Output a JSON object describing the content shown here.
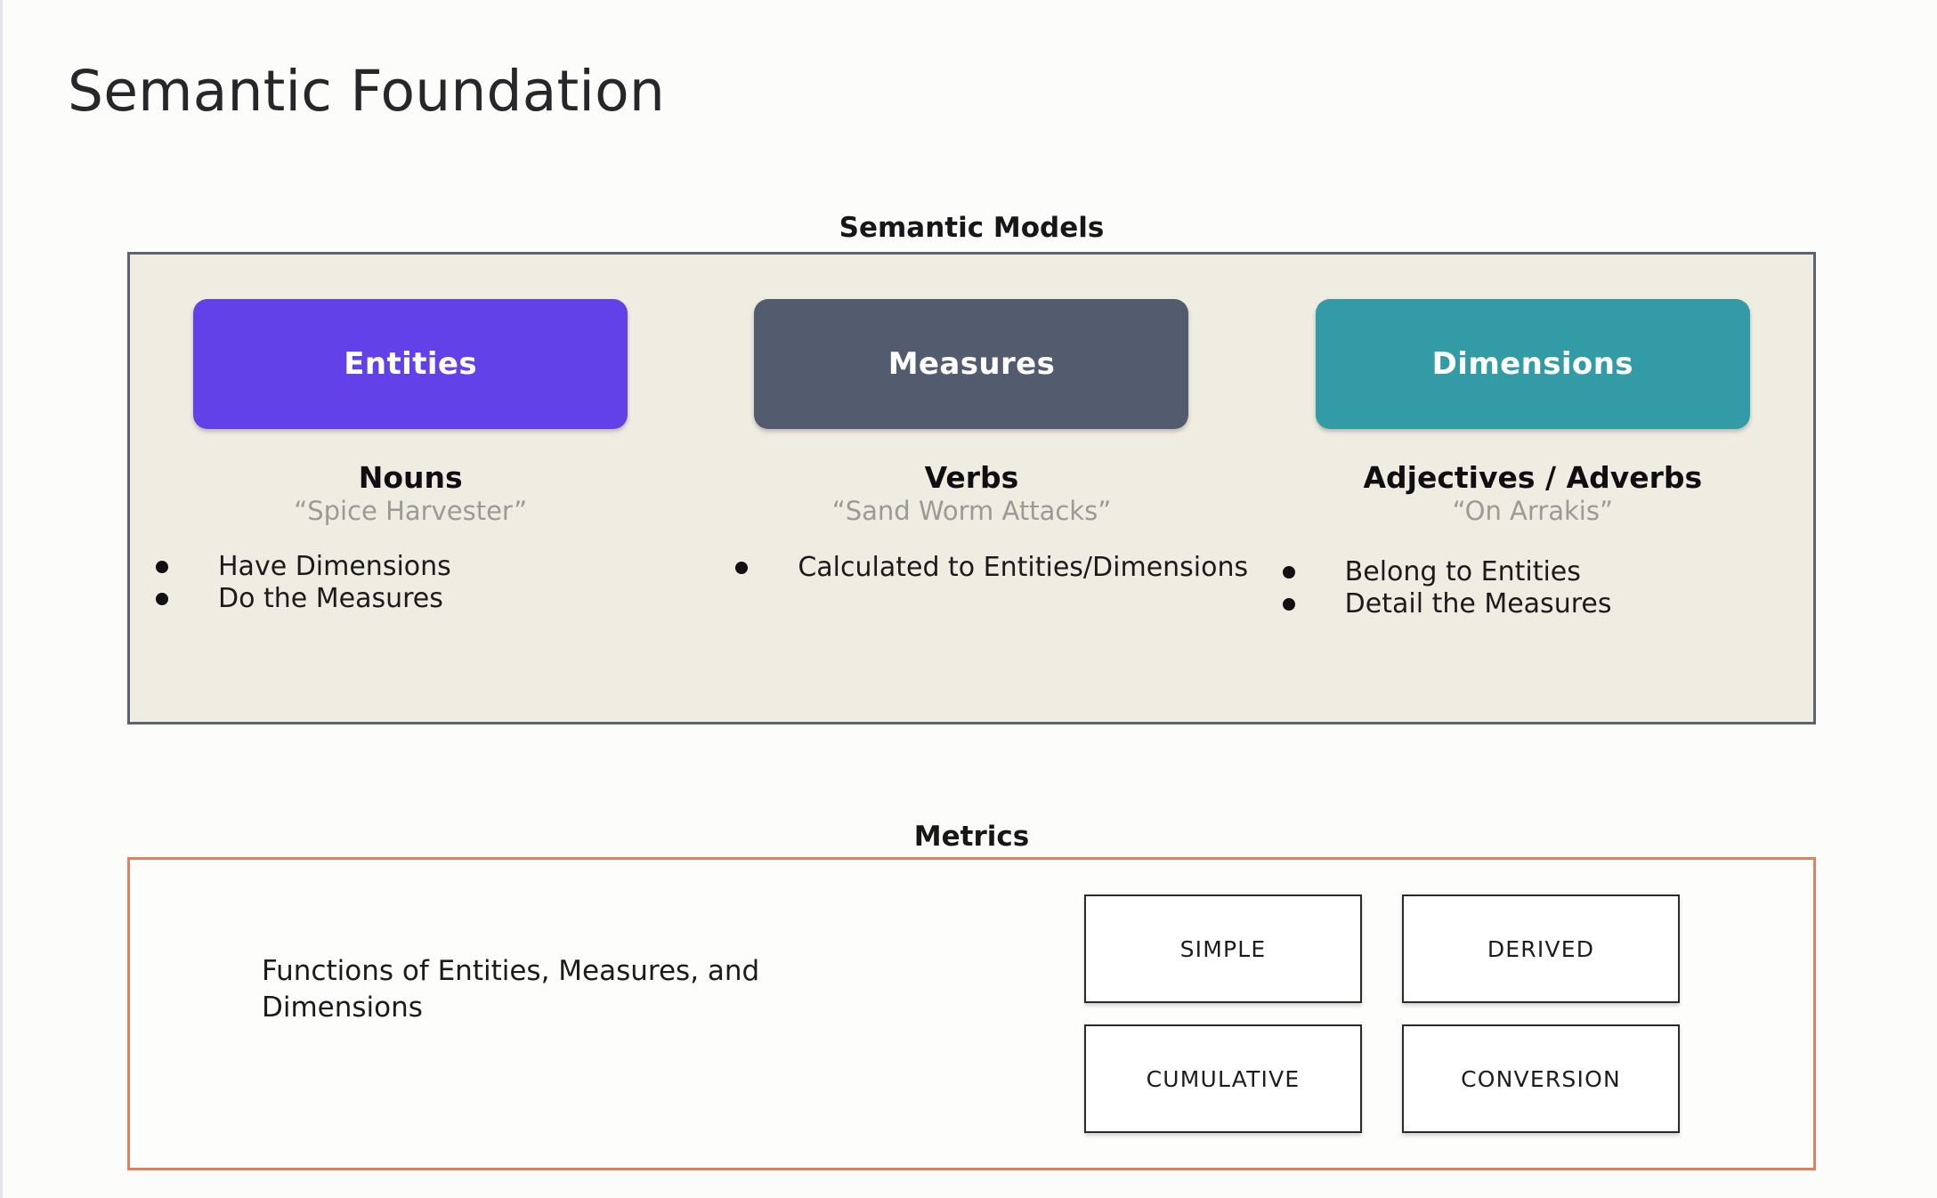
{
  "slide": {
    "title": "Semantic Foundation"
  },
  "semantic_models": {
    "heading": "Semantic Models",
    "panel_background": "#EFEDE2",
    "panel_border": "#5C6372",
    "columns": [
      {
        "pill_label": "Entities",
        "pill_color": "#6242E8",
        "part_of_speech": "Nouns",
        "example": "“Spice Harvester”",
        "bullets": [
          "Have Dimensions",
          "Do the Measures"
        ]
      },
      {
        "pill_label": "Measures",
        "pill_color": "#535B6E",
        "part_of_speech": "Verbs",
        "example": "“Sand Worm Attacks”",
        "bullets": [
          "Calculated to Entities/Dimensions"
        ]
      },
      {
        "pill_label": "Dimensions",
        "pill_color": "#339BA5",
        "part_of_speech": "Adjectives / Adverbs",
        "example": "“On Arrakis”",
        "bullets": [
          "Belong to Entities",
          "Detail the Measures"
        ]
      }
    ]
  },
  "metrics": {
    "heading": "Metrics",
    "panel_border": "#E08060",
    "description": "Functions of Entities, Measures, and Dimensions",
    "types": [
      "SIMPLE",
      "DERIVED",
      "CUMULATIVE",
      "CONVERSION"
    ]
  }
}
